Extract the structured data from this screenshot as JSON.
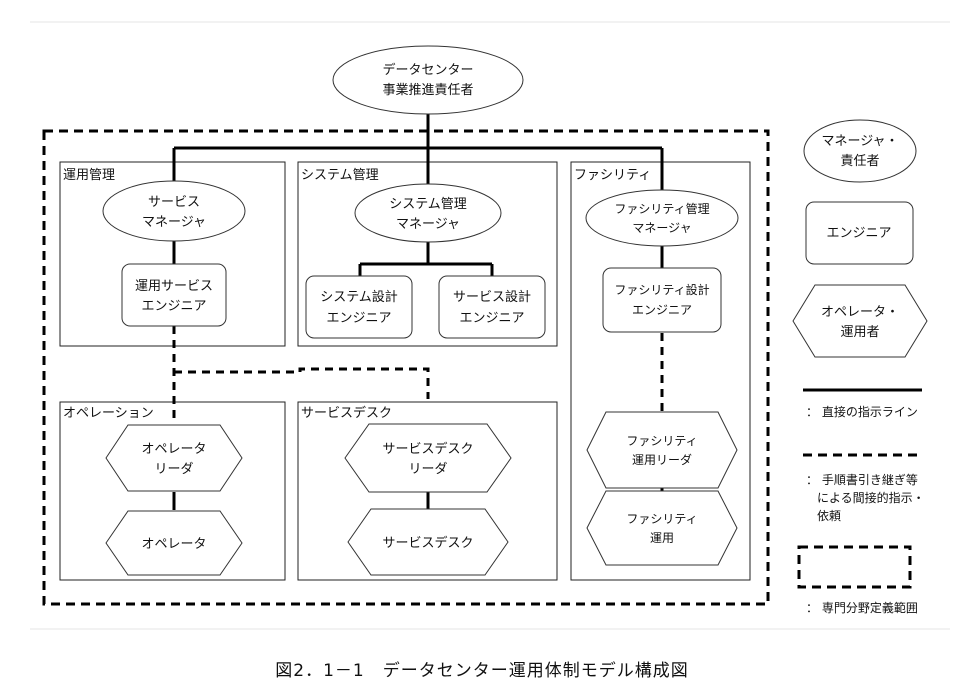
{
  "top_node": {
    "line1": "データセンター",
    "line2": "事業推進責任者"
  },
  "groups": {
    "ops_mgmt": {
      "label": "運用管理",
      "manager": {
        "line1": "サービス",
        "line2": "マネージャ"
      },
      "engineer": {
        "line1": "運用サービス",
        "line2": "エンジニア"
      }
    },
    "sys_mgmt": {
      "label": "システム管理",
      "manager": {
        "line1": "システム管理",
        "line2": "マネージャ"
      },
      "engineer_a": {
        "line1": "システム設計",
        "line2": "エンジニア"
      },
      "engineer_b": {
        "line1": "サービス設計",
        "line2": "エンジニア"
      }
    },
    "facility": {
      "label": "ファシリティ",
      "manager": {
        "line1": "ファシリティ管理",
        "line2": "マネージャ"
      },
      "engineer": {
        "line1": "ファシリティ設計",
        "line2": "エンジニア"
      },
      "leader": {
        "line1": "ファシリティ",
        "line2": "運用リーダ"
      },
      "operator": {
        "line1": "ファシリティ",
        "line2": "運用"
      }
    },
    "operation": {
      "label": "オペレーション",
      "leader": {
        "line1": "オペレータ",
        "line2": "リーダ"
      },
      "operator": {
        "line1": "オペレータ"
      }
    },
    "service_desk": {
      "label": "サービスデスク",
      "leader": {
        "line1": "サービスデスク",
        "line2": "リーダ"
      },
      "staff": {
        "line1": "サービスデスク"
      }
    }
  },
  "legend": {
    "manager": {
      "line1": "マネージャ・",
      "line2": "責任者"
    },
    "engineer": {
      "line1": "エンジニア"
    },
    "operator": {
      "line1": "オペレータ・",
      "line2": "運用者"
    },
    "solid_line": "： 直接の指示ライン",
    "dashed_line": {
      "line1": "： 手順書引き継ぎ等",
      "line2": "による間接的指示・",
      "line3": "依頼"
    },
    "scope": "： 専門分野定義範囲"
  },
  "caption": "図2．1－1　データセンター運用体制モデル構成図"
}
